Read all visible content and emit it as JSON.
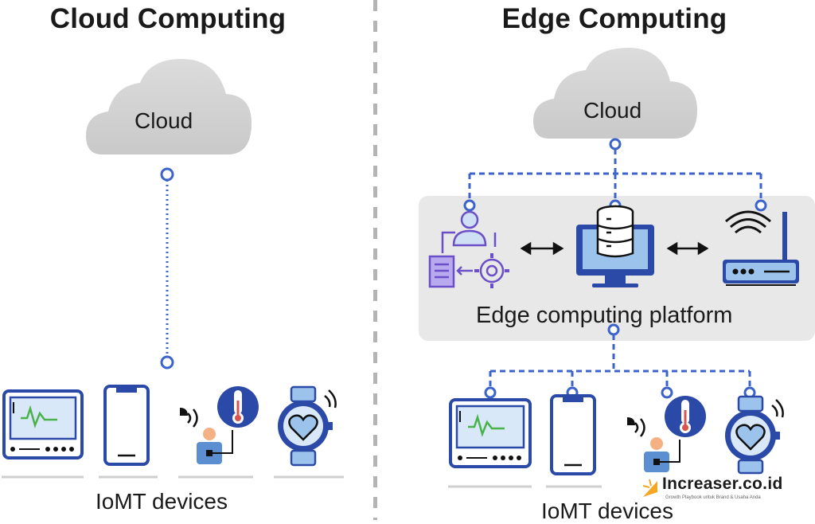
{
  "left_panel": {
    "title": "Cloud Computing",
    "cloud_label": "Cloud",
    "devices_label": "IoMT devices"
  },
  "right_panel": {
    "title": "Edge Computing",
    "cloud_label": "Cloud",
    "platform_label": "Edge computing platform",
    "devices_label": "IoMT devices"
  },
  "watermark": {
    "brand": "Increaser.co.id",
    "tagline": "Growth Playbook untuk Brand & Usaha Anda"
  },
  "colors": {
    "accent_blue": "#3b63c9",
    "icon_blue": "#2b4aa8",
    "light_blue": "#9cc3ec",
    "purple": "#6b4fc9",
    "cloud_gray": "#d6d6d6",
    "platform_bg": "#e8e8e8",
    "green_signal": "#49b34a",
    "thermometer_red": "#d9534f"
  },
  "icons": [
    "cloud-icon",
    "patient-monitor-icon",
    "smartphone-icon",
    "thermometer-patient-icon",
    "smartwatch-icon",
    "doctor-workflow-icon",
    "server-database-icon",
    "wifi-router-icon",
    "bidirectional-arrow-icon"
  ]
}
